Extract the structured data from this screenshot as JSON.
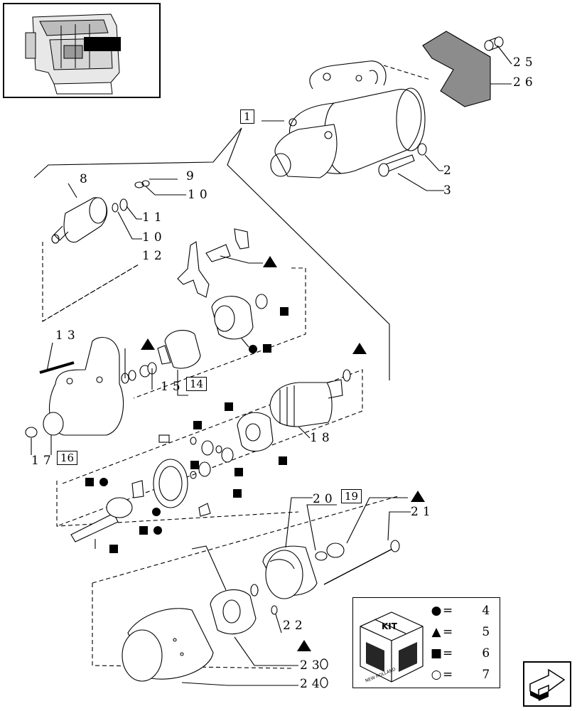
{
  "callouts": {
    "c1": "1",
    "c2": "2",
    "c3": "3",
    "c8": "8",
    "c9": "9",
    "c10a": "10",
    "c11": "11",
    "c10b": "10",
    "c12": "12",
    "c13": "13",
    "c15": "15",
    "c14": "14",
    "c17": "17",
    "c16": "16",
    "c18": "18",
    "c20": "20",
    "c19": "19",
    "c21": "21",
    "c22": "22",
    "c23": "23",
    "c24": "24",
    "c25": "25",
    "c26": "26"
  },
  "legend": {
    "kit_label": "KIT",
    "brand": "NEW HOLLAND",
    "rows": [
      {
        "symbol": "●",
        "eq": "=",
        "value": "4"
      },
      {
        "symbol": "▲",
        "eq": "=",
        "value": "5"
      },
      {
        "symbol": "■",
        "eq": "=",
        "value": "6"
      },
      {
        "symbol": "○",
        "eq": "=",
        "value": "7"
      }
    ]
  },
  "icons": {
    "next_page": "next-page-arrow-icon",
    "thumbnail": "engine-thumbnail-icon"
  }
}
